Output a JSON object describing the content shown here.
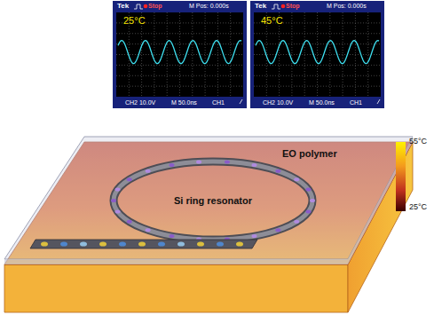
{
  "diagram": {
    "nodes": [
      {
        "text": [
          "Tek",
          "Stop",
          "M Pos: 0.000s",
          "25°C",
          "CH2 10.0V",
          "M 50.0ns",
          "CH1"
        ]
      },
      {
        "text": [
          "Tek",
          "Stop",
          "M Pos: 0.000s",
          "45°C",
          "CH2 10.0V",
          "M 50.0ns",
          "CH1"
        ]
      }
    ],
    "labels": [
      "EO polymer",
      "Si ring resonator",
      "55°C",
      "25°C"
    ]
  }
}
